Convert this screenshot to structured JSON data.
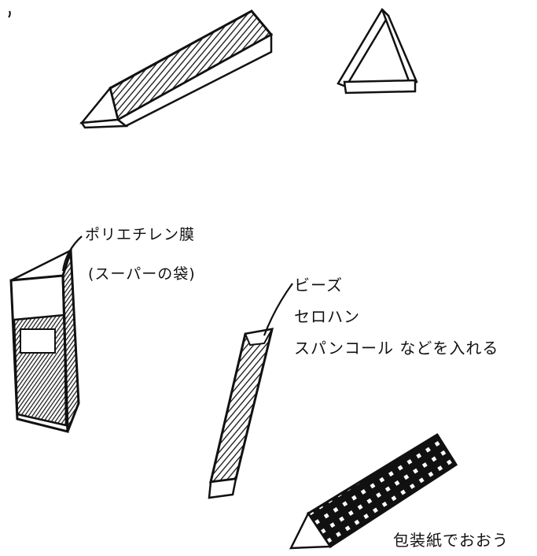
{
  "labels": {
    "polyethylene_film": "ポリエチレン膜",
    "supermarket_bag": "(スーパーの袋)",
    "beads": "ビーズ",
    "cellophane": "セロハン",
    "spangle_insert": "スパンコール などを入れる",
    "wrap_paper": "包装紙でおおう"
  },
  "colors": {
    "ink": "#111111",
    "paper": "#ffffff"
  }
}
